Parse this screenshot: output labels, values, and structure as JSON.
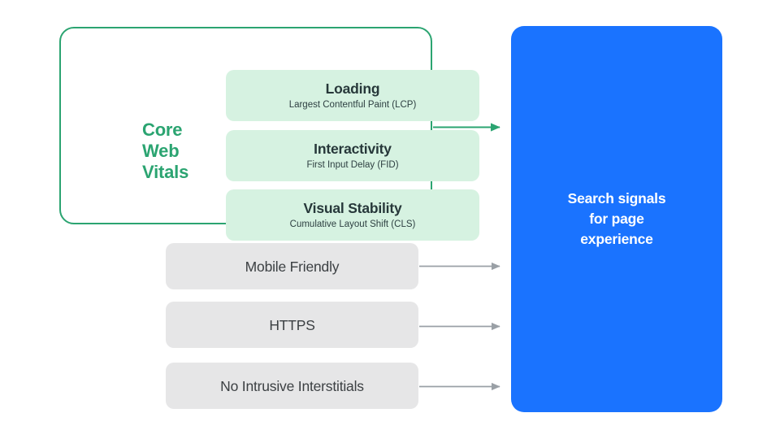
{
  "core_web_vitals": {
    "label_lines": [
      "Core",
      "Web",
      "Vitals"
    ],
    "label_full": "Core Web Vitals",
    "border_color": "#2BA471",
    "label_color": "#2BA471",
    "card_bg_color": "#D6F2E1",
    "metrics": [
      {
        "title": "Loading",
        "subtitle": "Largest Contentful Paint (LCP)",
        "abbr": "LCP"
      },
      {
        "title": "Interactivity",
        "subtitle": "First Input Delay (FID)",
        "abbr": "FID"
      },
      {
        "title": "Visual Stability",
        "subtitle": "Cumulative Layout Shift (CLS)",
        "abbr": "CLS"
      }
    ]
  },
  "other_signals": {
    "card_bg_color": "#E6E6E7",
    "text_color": "#3C4043",
    "items": [
      {
        "label": "Mobile Friendly"
      },
      {
        "label": "HTTPS"
      },
      {
        "label": "No Intrusive Interstitials"
      }
    ]
  },
  "outcome": {
    "text": "Search signals\nfor page\nexperience",
    "line1": "Search signals",
    "line2": "for page",
    "line3": "experience",
    "bg_color": "#1A73FF",
    "text_color": "#FFFFFF"
  },
  "arrows": [
    {
      "name": "core-web-vitals-to-outcome",
      "color": "#2BA471",
      "from": "core-web-vitals-group",
      "to": "outcome-panel"
    },
    {
      "name": "mobile-friendly-to-outcome",
      "color": "#9AA0A6",
      "from": "signal-card-mobile-friendly",
      "to": "outcome-panel"
    },
    {
      "name": "https-to-outcome",
      "color": "#9AA0A6",
      "from": "signal-card-https",
      "to": "outcome-panel"
    },
    {
      "name": "no-intrusive-interstitials-to-outcome",
      "color": "#9AA0A6",
      "from": "signal-card-no-intrusive-interstitials",
      "to": "outcome-panel"
    }
  ]
}
